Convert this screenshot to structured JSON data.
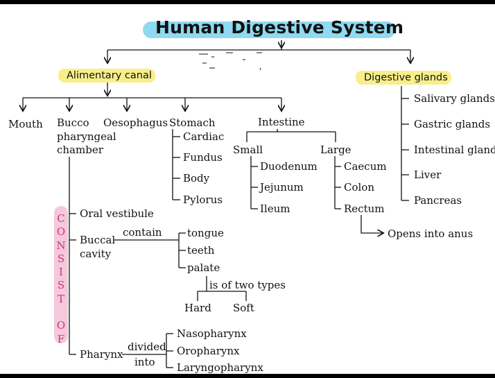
{
  "title": "Human Digestive System",
  "branches": {
    "alimentary": "Alimentary canal",
    "glands": "Digestive glands"
  },
  "alimentary_parts": {
    "mouth": "Mouth",
    "bucco": [
      "Bucco",
      "pharyngeal",
      "chamber"
    ],
    "oesophagus": "Oesophagus",
    "stomach": "Stomach",
    "intestine": "Intestine"
  },
  "stomach_parts": [
    "Cardiac",
    "Fundus",
    "Body",
    "Pylorus"
  ],
  "intestine": {
    "small": "Small",
    "large": "Large",
    "small_parts": [
      "Duodenum",
      "Jejunum",
      "Ileum"
    ],
    "large_parts": [
      "Caecum",
      "Colon",
      "Rectum"
    ],
    "rectum_note": "Opens into anus"
  },
  "glands": [
    "Salivary glands",
    "Gastric glands",
    "Intestinal glands",
    "Liver",
    "Pancreas"
  ],
  "consist_label": [
    "C",
    "O",
    "N",
    "S",
    "I",
    "S",
    "T",
    "",
    "O",
    "F"
  ],
  "bucco_parts": {
    "oral_vestibule": "Oral vestibule",
    "buccal_cavity": [
      "Buccal",
      "cavity"
    ],
    "contain_label": "contain",
    "cavity_parts": [
      "tongue",
      "teeth",
      "palate"
    ],
    "palate_note": "is of two types",
    "palate_types": [
      "Hard",
      "Soft"
    ],
    "pharynx": "Pharynx",
    "divided_label": [
      "divided",
      "into"
    ],
    "pharynx_parts": [
      "Nasopharynx",
      "Oropharynx",
      "Laryngopharynx"
    ]
  },
  "colors": {
    "title_highlight": "#8fdaf0",
    "branch_highlight": "#f8ef8a",
    "consist_highlight": "#f5c8dc",
    "consist_text": "#c8377d"
  }
}
